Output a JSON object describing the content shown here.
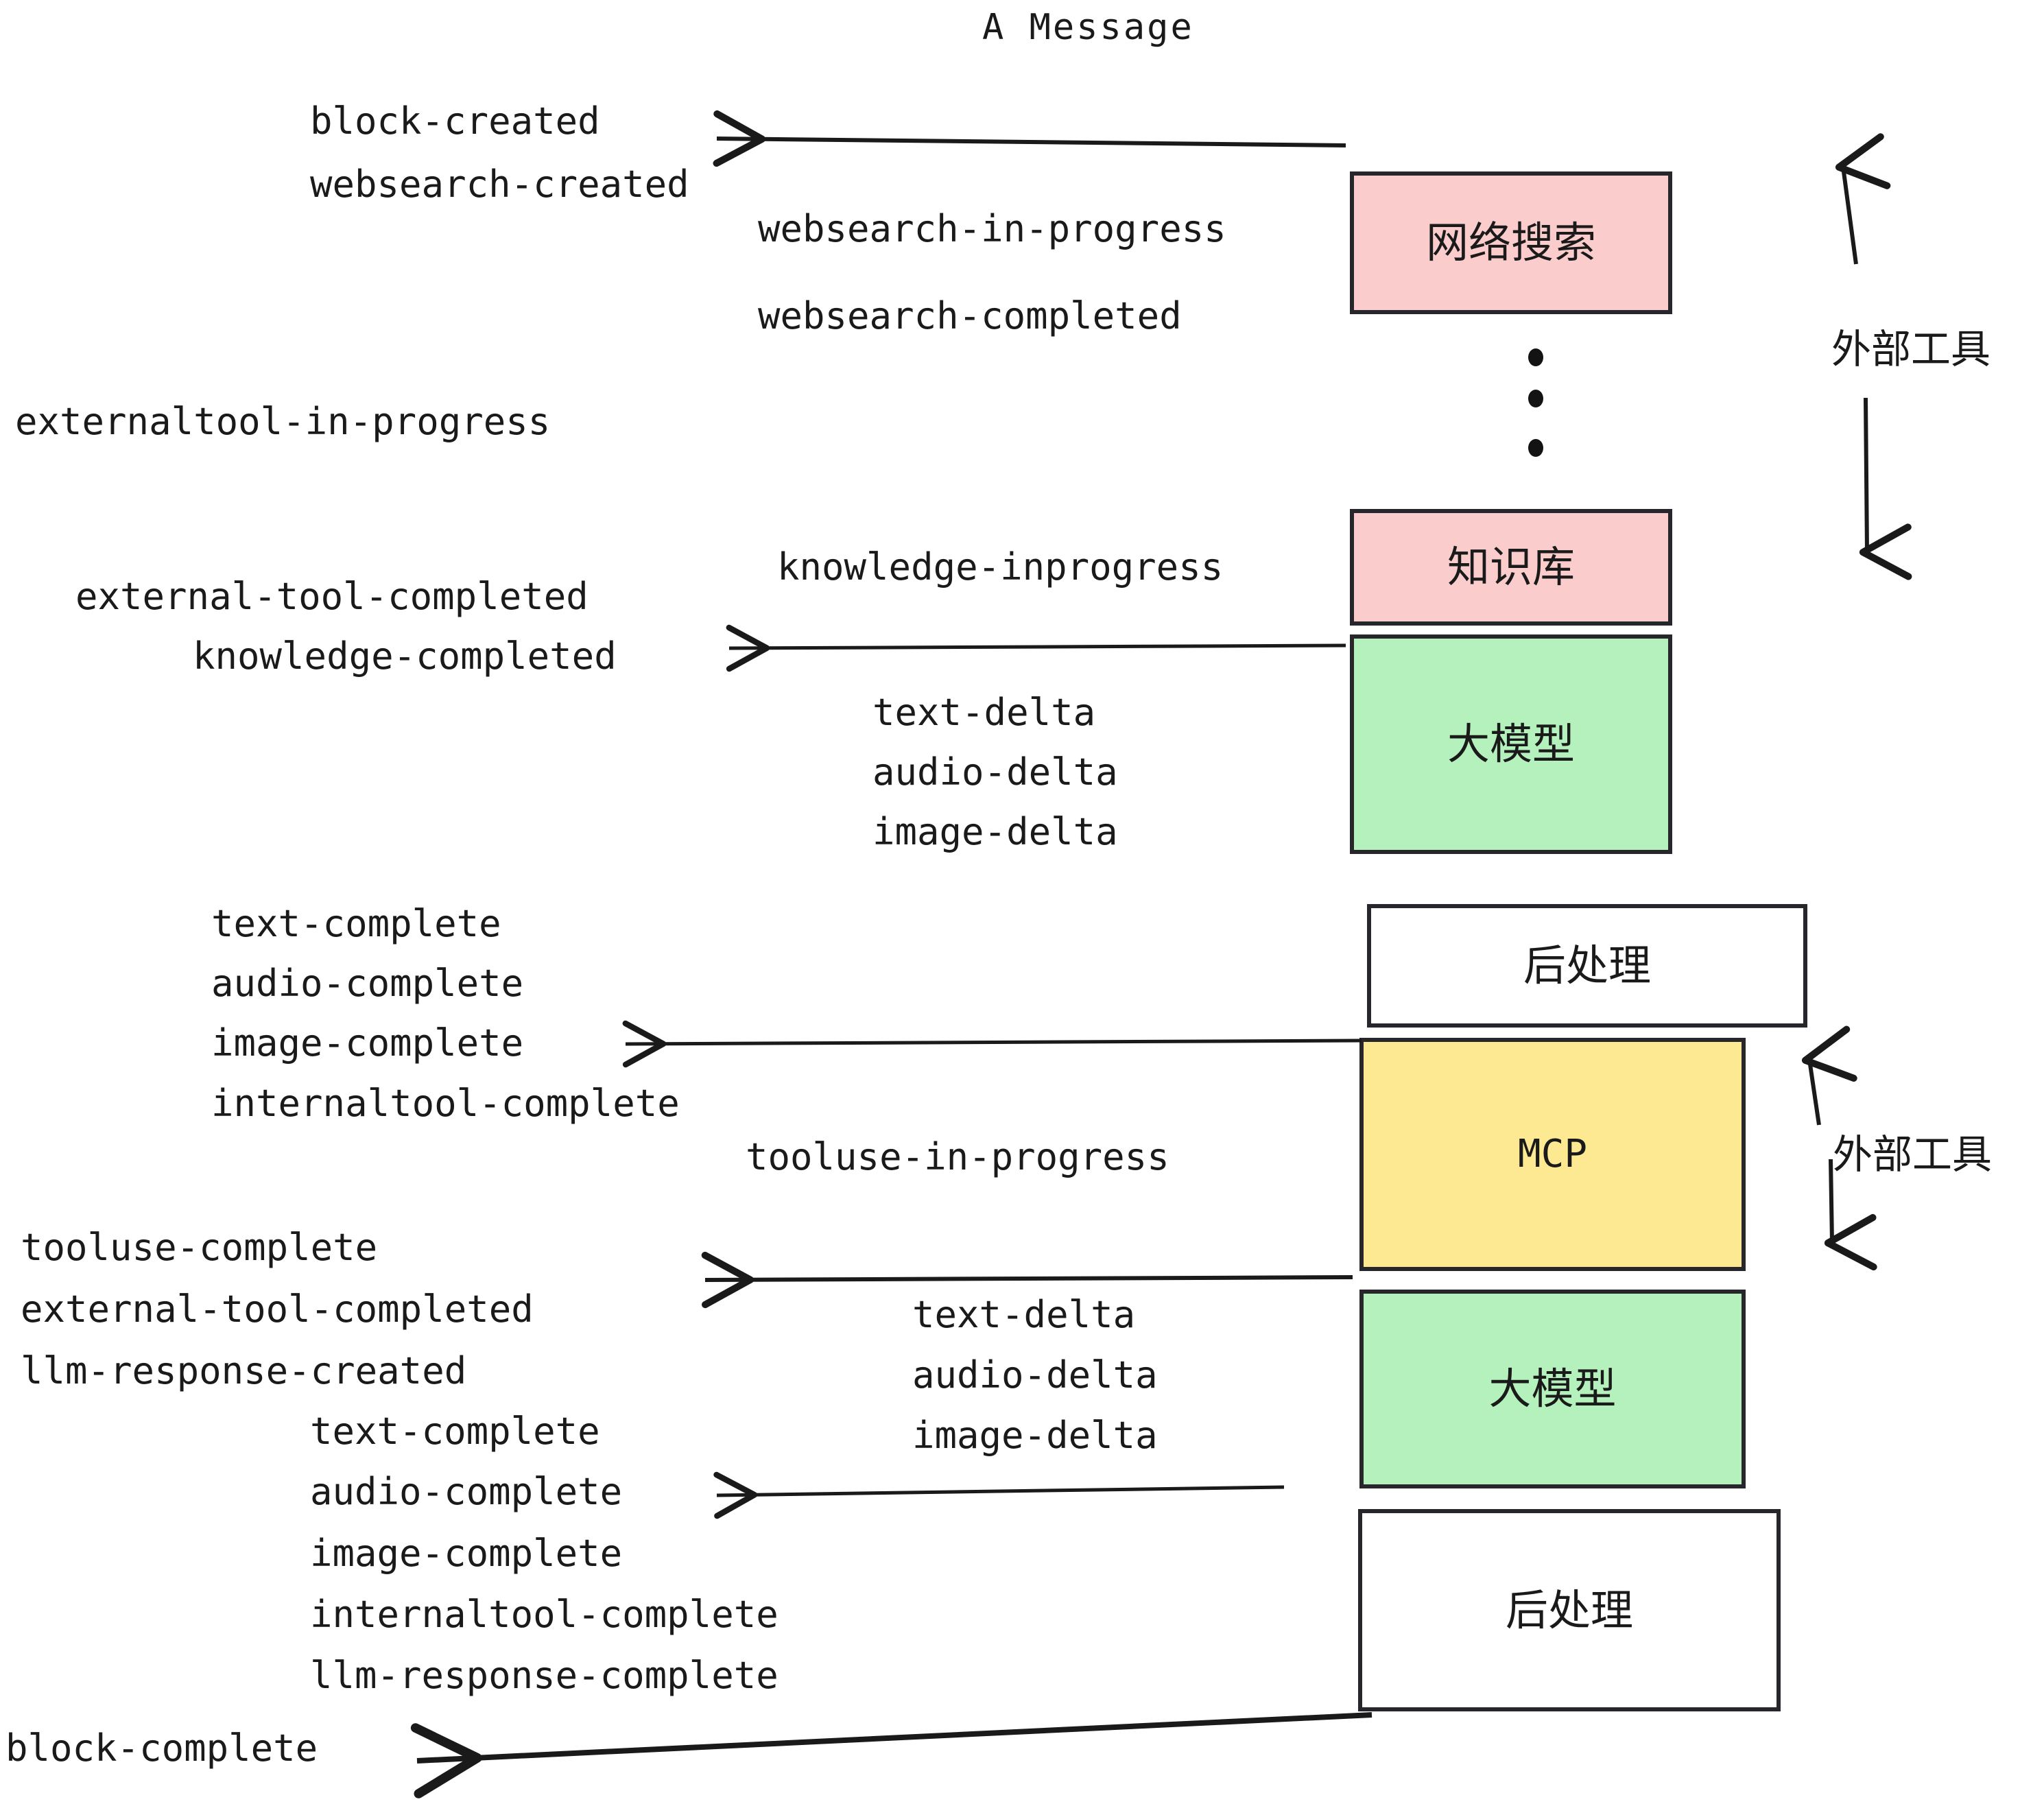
{
  "diagram": {
    "title": "A Message",
    "colors": {
      "pink": "#FBCCCC",
      "green": "#B5F1BC",
      "yellow": "#FCE991",
      "white": "#FFFFFF",
      "stroke": "#26262B",
      "text": "#1A1A1A"
    },
    "nodes": [
      {
        "id": "websearch",
        "label": "网络搜索",
        "fill": "pink"
      },
      {
        "id": "knowledge",
        "label": "知识库",
        "fill": "pink"
      },
      {
        "id": "llm-1",
        "label": "大模型",
        "fill": "green"
      },
      {
        "id": "postprocess-1",
        "label": "后处理",
        "fill": "white"
      },
      {
        "id": "mcp",
        "label": "MCP",
        "fill": "yellow"
      },
      {
        "id": "llm-2",
        "label": "大模型",
        "fill": "green"
      },
      {
        "id": "postprocess-2",
        "label": "后处理",
        "fill": "white"
      }
    ],
    "group_labels": [
      {
        "id": "external-tools-top",
        "label": "外部工具"
      },
      {
        "id": "external-tools-bottom",
        "label": "外部工具"
      }
    ],
    "events": [
      {
        "id": "e01",
        "text": "block-created"
      },
      {
        "id": "e02",
        "text": "websearch-created"
      },
      {
        "id": "e03",
        "text": "websearch-in-progress"
      },
      {
        "id": "e04",
        "text": "websearch-completed"
      },
      {
        "id": "e05",
        "text": "externaltool-in-progress"
      },
      {
        "id": "e06",
        "text": "knowledge-inprogress"
      },
      {
        "id": "e07",
        "text": "external-tool-completed"
      },
      {
        "id": "e08",
        "text": "knowledge-completed"
      },
      {
        "id": "e09",
        "text": "text-delta"
      },
      {
        "id": "e10",
        "text": "audio-delta"
      },
      {
        "id": "e11",
        "text": "image-delta"
      },
      {
        "id": "e12",
        "text": "text-complete"
      },
      {
        "id": "e13",
        "text": "audio-complete"
      },
      {
        "id": "e14",
        "text": "image-complete"
      },
      {
        "id": "e15",
        "text": "internaltool-complete"
      },
      {
        "id": "e16",
        "text": "tooluse-in-progress"
      },
      {
        "id": "e17",
        "text": "tooluse-complete"
      },
      {
        "id": "e18",
        "text": "external-tool-completed"
      },
      {
        "id": "e19",
        "text": "llm-response-created"
      },
      {
        "id": "e20",
        "text": "text-delta"
      },
      {
        "id": "e21",
        "text": "audio-delta"
      },
      {
        "id": "e22",
        "text": "image-delta"
      },
      {
        "id": "e23",
        "text": "text-complete"
      },
      {
        "id": "e24",
        "text": "audio-complete"
      },
      {
        "id": "e25",
        "text": "image-complete"
      },
      {
        "id": "e26",
        "text": "internaltool-complete"
      },
      {
        "id": "e27",
        "text": "llm-response-complete"
      },
      {
        "id": "e28",
        "text": "block-complete"
      }
    ]
  }
}
